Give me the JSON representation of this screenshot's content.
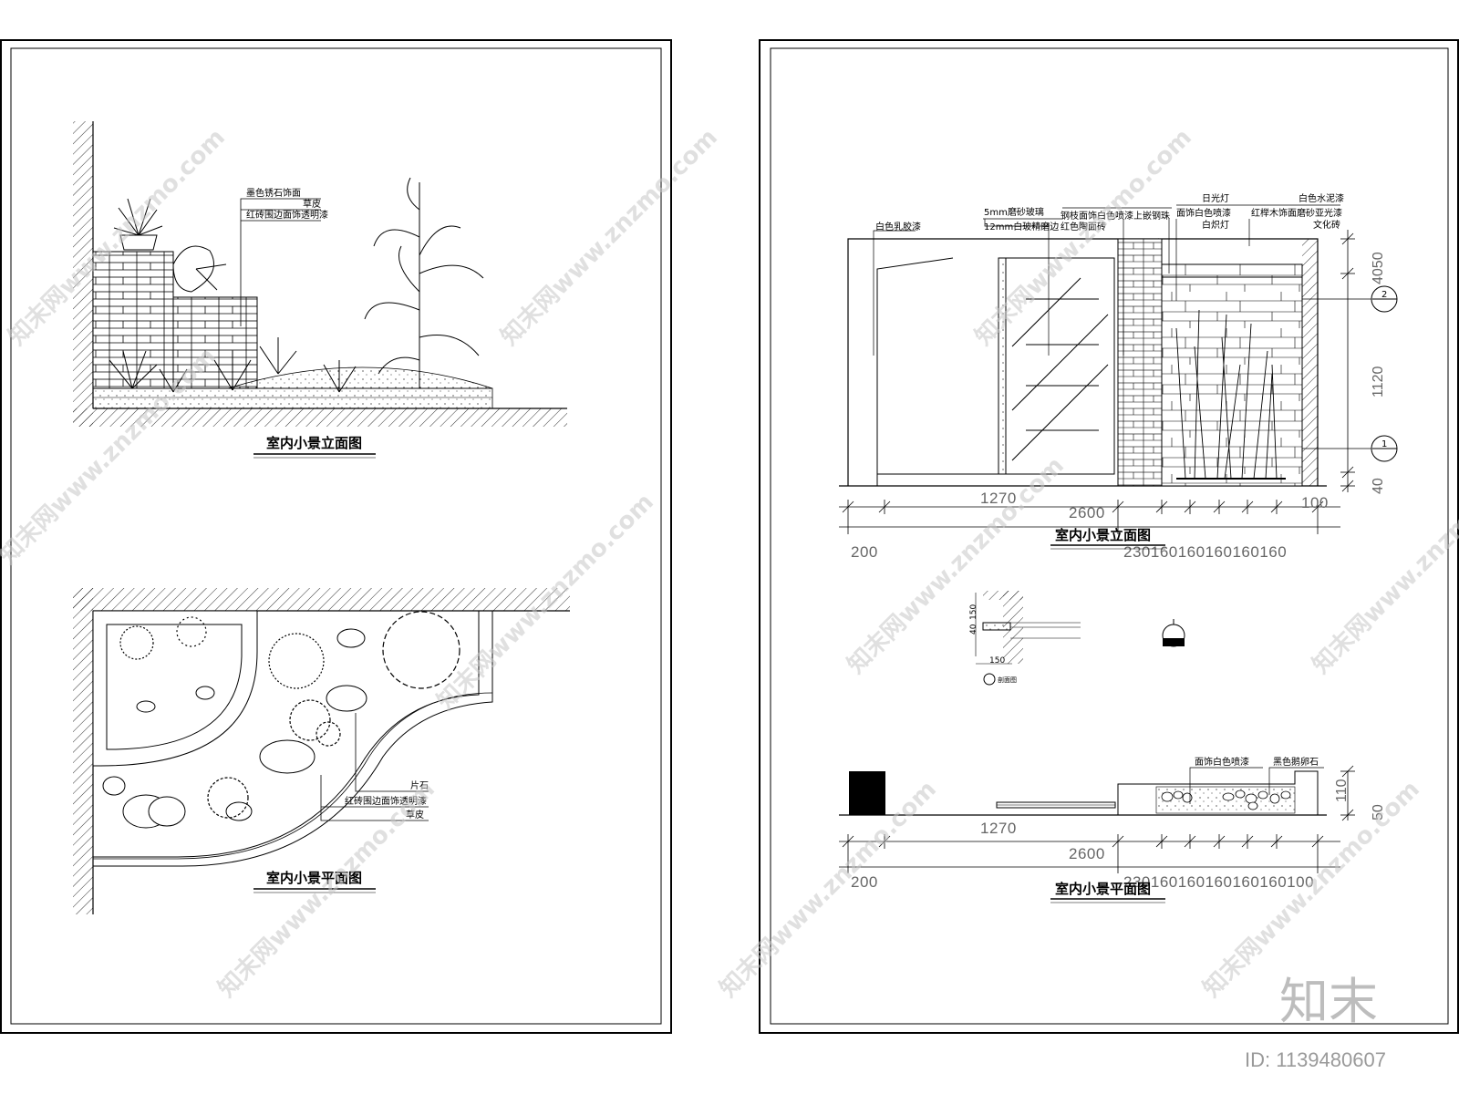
{
  "left_sheet": {
    "elevation": {
      "title": "室内小景立面图",
      "labels": [
        "墨色锈石饰面",
        "草皮",
        "红砖围边面饰透明漆"
      ]
    },
    "plan": {
      "title": "室内小景平面图",
      "labels": [
        "片石",
        "红砖围边面饰透明漆",
        "草皮"
      ]
    }
  },
  "right_sheet": {
    "elevation": {
      "title": "室内小景立面图",
      "labels": {
        "white_latex": "白色乳胶漆",
        "frosted_glass": "5mm磨砂玻璃",
        "white_glass": "12mm白玻精磨边",
        "steel_branch": "钢枝面饰白色喷漆上嵌钢珠",
        "red_brick": "红色陶面砖",
        "daylight": "日光灯",
        "white_spray": "面饰白色喷漆",
        "spotlight": "白炽灯",
        "white_cement": "白色水泥漆",
        "red_wood": "红榉木饰面磨砂亚光漆",
        "culture_brick": "文化砖"
      },
      "dims_bottom": [
        "1270",
        "2600",
        "100"
      ],
      "dims_lower": [
        "200",
        "230160160160160160"
      ],
      "dims_right": [
        "4050",
        "1120",
        "40"
      ],
      "markers": [
        "2",
        "1"
      ]
    },
    "section": {
      "label": "剖面图",
      "dims": [
        "150",
        "40",
        "150"
      ]
    },
    "plan": {
      "title": "室内小景平面图",
      "labels": [
        "面饰白色喷漆",
        "黑色鹅卵石"
      ],
      "dims_bottom": [
        "1270",
        "2600"
      ],
      "dims_lower": [
        "200",
        "230160160160160160100"
      ],
      "dims_right": [
        "110",
        "50"
      ]
    }
  },
  "watermark": {
    "text": "知末网www.znzmo.com",
    "brand": "知末",
    "id": "ID: 1139480607"
  }
}
